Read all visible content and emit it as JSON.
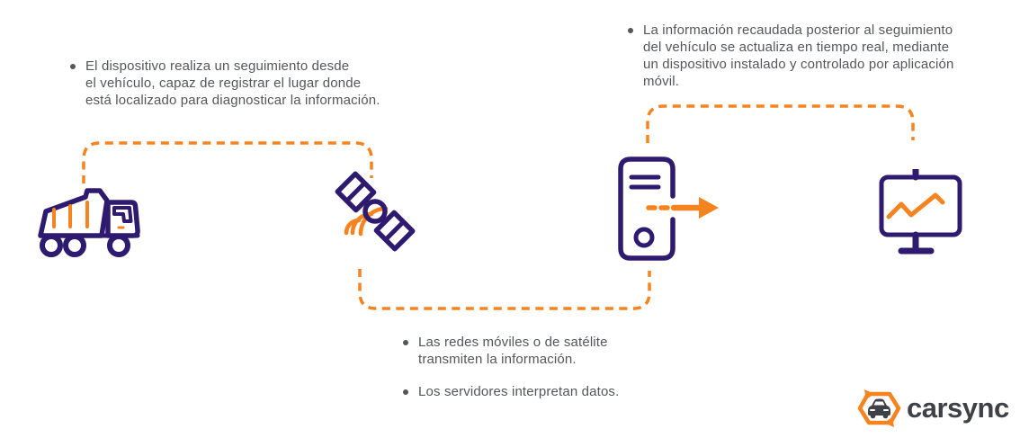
{
  "diagram_title": "vehicle-tracking-flow",
  "bullets": {
    "tracking": {
      "lines": [
        "El dispositivo realiza un seguimiento desde",
        "el vehículo, capaz de registrar el lugar donde",
        "está localizado para diagnosticar la información."
      ]
    },
    "realtime": {
      "lines": [
        "La información recaudada posterior al seguimiento",
        "del vehículo se actualiza en tiempo real, mediante",
        "un dispositivo instalado y controlado por aplicación",
        "móvil."
      ]
    },
    "networks": {
      "lines": [
        "Las redes móviles o de satélite",
        "transmiten la información."
      ]
    },
    "servers": {
      "lines": [
        "Los servidores interpretan datos."
      ]
    }
  },
  "icons": {
    "truck": "dump-truck-icon",
    "satellite": "satellite-icon",
    "server": "server-icon",
    "monitor": "presentation-chart-icon",
    "logo": "carsync-logo-icon"
  },
  "logo": {
    "brand": "carsync"
  },
  "colors": {
    "purple": "#2e1a6e",
    "orange": "#f5831f",
    "text": "#54565a",
    "logo_text": "#3e4247",
    "background": "#ffffff"
  }
}
